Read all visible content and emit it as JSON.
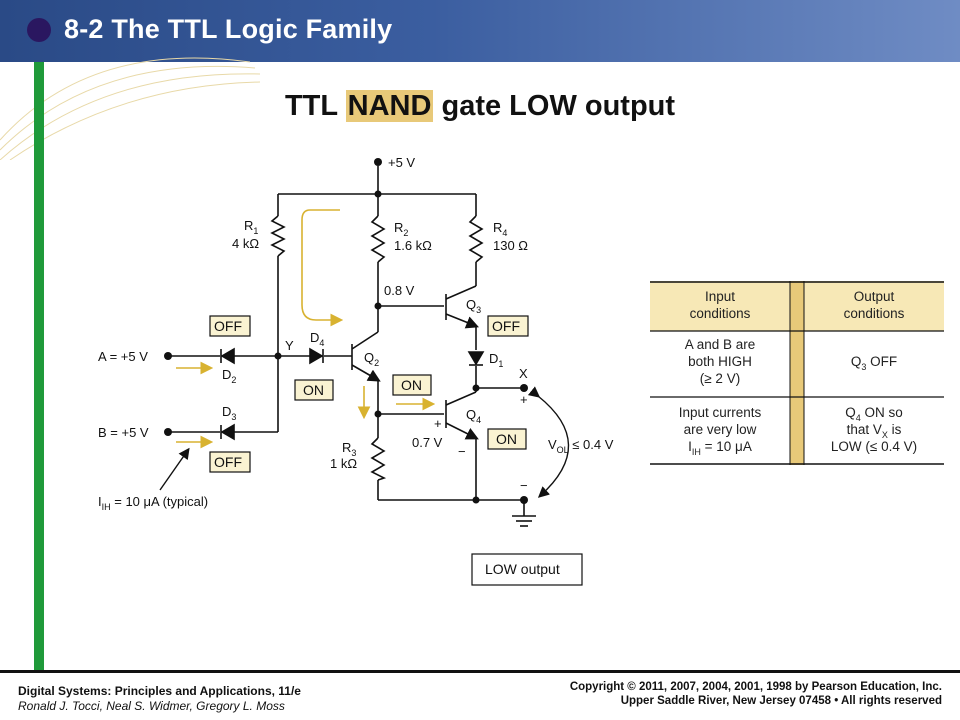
{
  "header": {
    "title": "8-2 The TTL Logic Family"
  },
  "page_title": {
    "prefix": "TTL",
    "highlight": "NAND",
    "suffix": "gate LOW output"
  },
  "circuit": {
    "vcc": "+5 V",
    "r1": {
      "name": "R",
      "sub": "1",
      "value": "4 kΩ"
    },
    "r2": {
      "name": "R",
      "sub": "2",
      "value": "1.6 kΩ"
    },
    "r3": {
      "name": "R",
      "sub": "3",
      "value": "1 kΩ"
    },
    "r4": {
      "name": "R",
      "sub": "4",
      "value": "130 Ω"
    },
    "node_08v": "0.8 V",
    "node_07v": "0.7 V",
    "q2": {
      "name": "Q",
      "sub": "2"
    },
    "q3": {
      "name": "Q",
      "sub": "3"
    },
    "q4": {
      "name": "Q",
      "sub": "4"
    },
    "d1": {
      "name": "D",
      "sub": "1"
    },
    "d2": {
      "name": "D",
      "sub": "2"
    },
    "d3": {
      "name": "D",
      "sub": "3"
    },
    "d4": {
      "name": "D",
      "sub": "4"
    },
    "y_label": "Y",
    "x_label": "X",
    "input_a": "A = +5 V",
    "input_b": "B = +5 V",
    "iih": {
      "prefix": "I",
      "sub": "IH",
      "suffix": " = 10 μA (typical)"
    },
    "vol": {
      "prefix": "V",
      "sub": "OL",
      "suffix": " ≤ 0.4 V"
    },
    "plus": "+",
    "minus": "−",
    "state_off": "OFF",
    "state_on": "ON",
    "low_output_box": "LOW output"
  },
  "table": {
    "col1_header": "Input conditions",
    "col2_header": "Output conditions",
    "rows": [
      {
        "input": "A and B are both HIGH (≥ 2 V)",
        "output": "Q3 OFF"
      },
      {
        "input": "Input currents are very low IIH = 10 μA",
        "output": "Q4 ON so that VX is LOW (≤ 0.4 V)"
      }
    ]
  },
  "footer": {
    "book_title": "Digital Systems: Principles and Applications, 11/e",
    "authors": "Ronald J. Tocci, Neal S. Widmer, Gregory L. Moss",
    "copyright": "Copyright © 2011, 2007, 2004, 2001, 1998 by Pearson Education, Inc.",
    "publisher": "Upper Saddle River, New Jersey 07458 • All rights reserved"
  },
  "colors": {
    "header_blue": "#2a4a86",
    "accent_green": "#1f9a3a",
    "highlight_gold": "#e8c979",
    "arrow_yellow": "#d8b230",
    "table_head": "#f7e8b6"
  }
}
